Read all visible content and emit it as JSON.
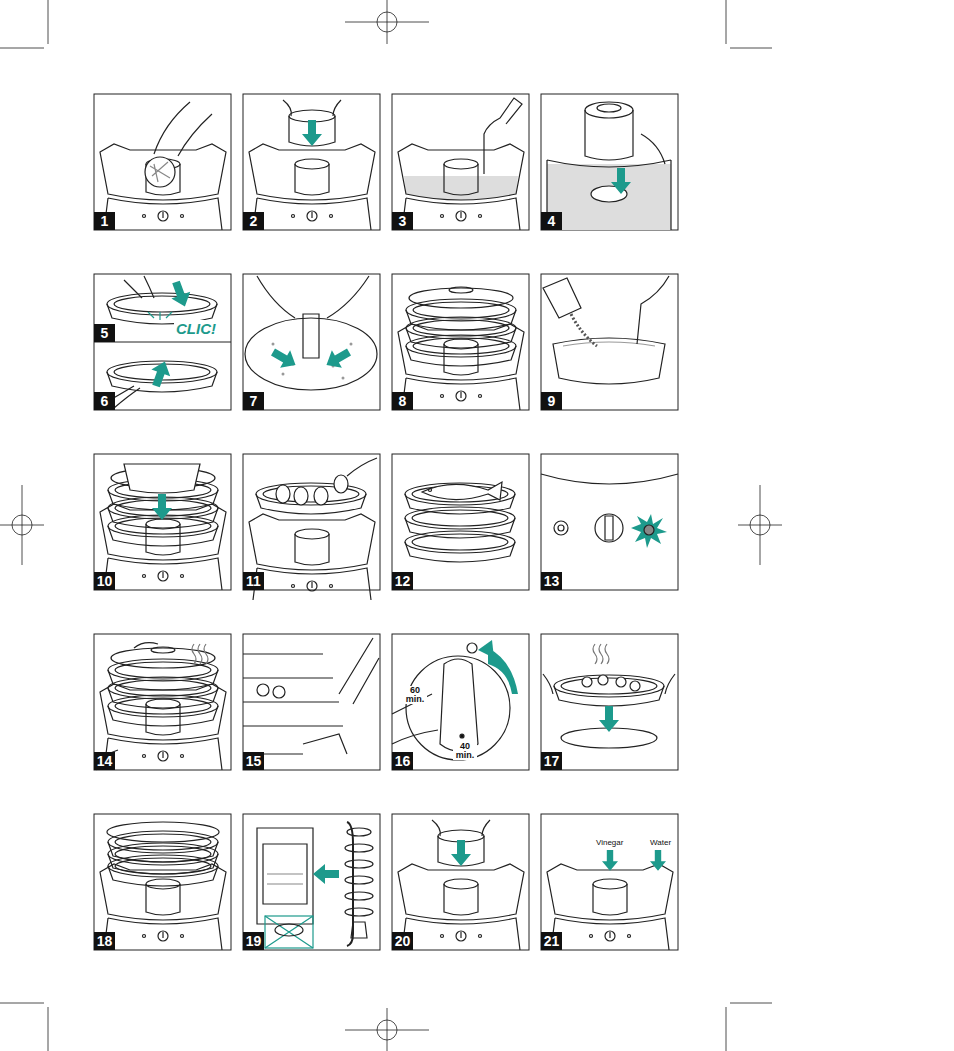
{
  "diagram": {
    "labels": [
      "1",
      "2",
      "3",
      "4",
      "5",
      "CLIC!",
      "6",
      "7",
      "8",
      "9",
      "10",
      "11",
      "12",
      "13",
      "14",
      "15",
      "60 min.",
      "40 min.",
      "16",
      "17",
      "18",
      "19",
      "20",
      "Vinegar",
      "Water",
      "21"
    ]
  }
}
